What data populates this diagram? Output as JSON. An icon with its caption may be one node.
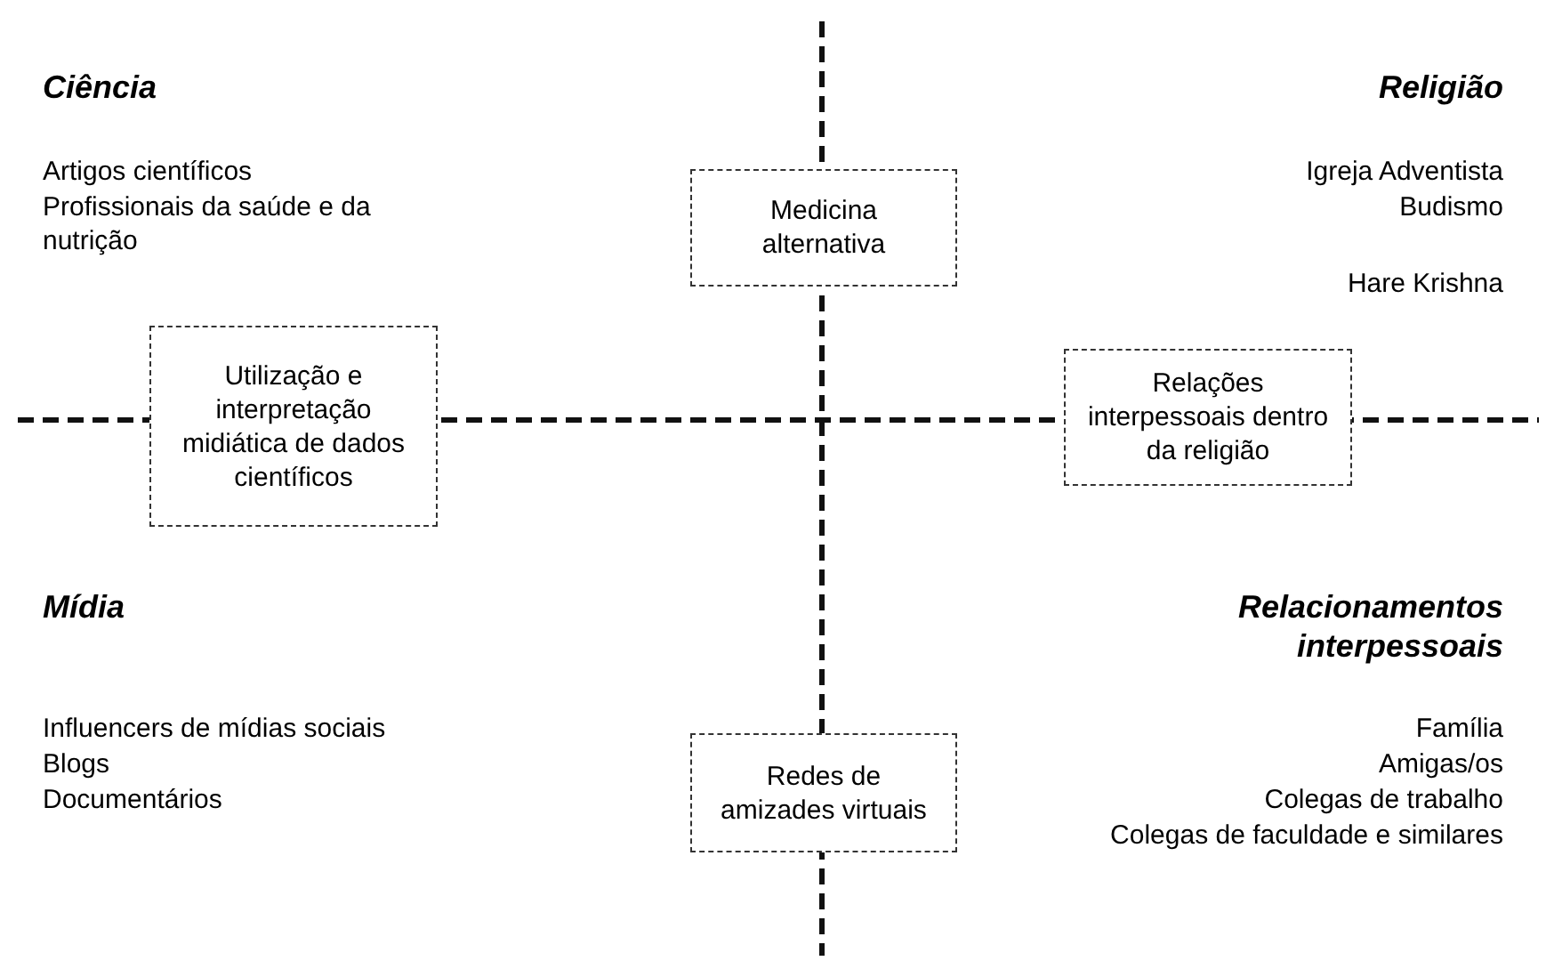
{
  "diagram": {
    "nodes": [
      {
        "text": [
          "Medicina alternativa"
        ]
      },
      {
        "text": [
          "Utilização e interpretação midiática de dados científicos"
        ]
      },
      {
        "text": [
          "Relações interpessoais dentro da religião"
        ]
      },
      {
        "text": [
          "Redes de amizades virtuais"
        ]
      }
    ],
    "edges": [],
    "labels": [
      "Ciência",
      "Artigos científicos",
      "Profissionais da saúde e da nutrição",
      "Religião",
      "Igreja Adventista",
      "Budismo",
      "Hare Krishna",
      "Mídia",
      "Influencers de mídias sociais",
      "Blogs",
      "Documentários",
      "Relacionamentos interpessoais",
      "Família",
      "Amigas/os",
      "Colegas de trabalho",
      "Colegas de faculdade e similares"
    ]
  }
}
